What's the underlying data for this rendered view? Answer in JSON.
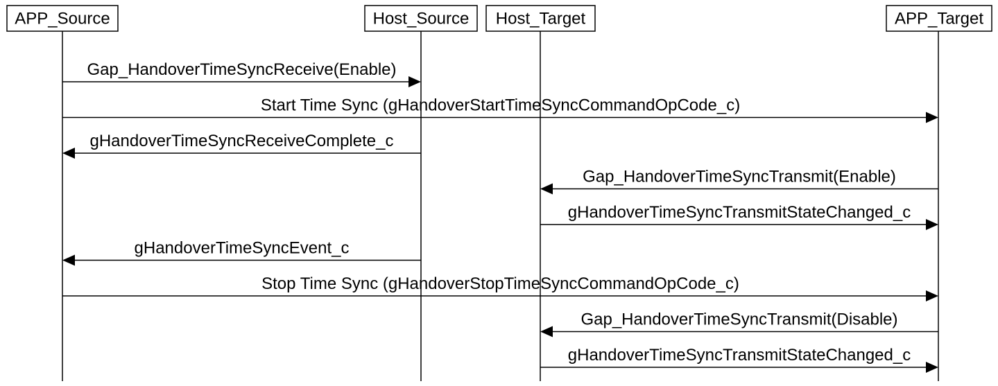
{
  "participants": [
    {
      "id": "app_source",
      "label": "APP_Source"
    },
    {
      "id": "host_source",
      "label": "Host_Source"
    },
    {
      "id": "host_target",
      "label": "Host_Target"
    },
    {
      "id": "app_target",
      "label": "APP_Target"
    }
  ],
  "messages": [
    {
      "from": "app_source",
      "to": "host_source",
      "label": "Gap_HandoverTimeSyncReceive(Enable)"
    },
    {
      "from": "app_source",
      "to": "app_target",
      "label": "Start Time Sync (gHandoverStartTimeSyncCommandOpCode_c)"
    },
    {
      "from": "host_source",
      "to": "app_source",
      "label": "gHandoverTimeSyncReceiveComplete_c"
    },
    {
      "from": "app_target",
      "to": "host_target",
      "label": "Gap_HandoverTimeSyncTransmit(Enable)"
    },
    {
      "from": "host_target",
      "to": "app_target",
      "label": "gHandoverTimeSyncTransmitStateChanged_c"
    },
    {
      "from": "host_source",
      "to": "app_source",
      "label": "gHandoverTimeSyncEvent_c"
    },
    {
      "from": "app_source",
      "to": "app_target",
      "label": "Stop Time Sync (gHandoverStopTimeSyncCommandOpCode_c)"
    },
    {
      "from": "app_target",
      "to": "host_target",
      "label": "Gap_HandoverTimeSyncTransmit(Disable)"
    },
    {
      "from": "host_target",
      "to": "app_target",
      "label": "gHandoverTimeSyncTransmitStateChanged_c"
    }
  ]
}
